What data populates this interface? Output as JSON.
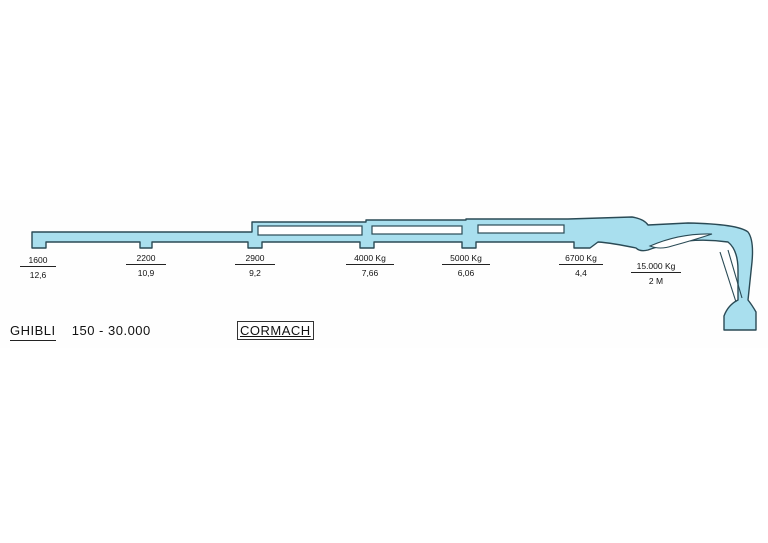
{
  "crane": {
    "model": "GHIBLI",
    "capacity": "150 - 30.000",
    "brand": "CORMACH",
    "fill_color": "#a9dfee",
    "stroke_color": "#2a4a55"
  },
  "load_points": [
    {
      "top": "1600",
      "bottom": "12,6"
    },
    {
      "top": "2200",
      "bottom": "10,9"
    },
    {
      "top": "2900",
      "bottom": "9,2"
    },
    {
      "top": "4000 Kg",
      "bottom": "7,66"
    },
    {
      "top": "5000 Kg",
      "bottom": "6,06"
    },
    {
      "top": "6700 Kg",
      "bottom": "4,4"
    },
    {
      "top": "15.000 Kg",
      "bottom": "2 M"
    }
  ]
}
